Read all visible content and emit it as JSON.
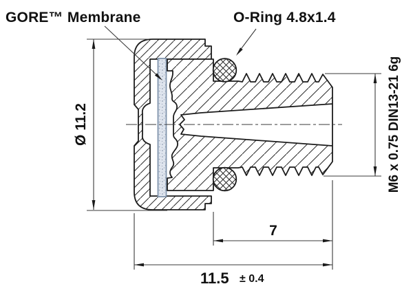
{
  "labels": {
    "membrane": "GORE™ Membrane",
    "oring": "O-Ring 4.8x1.4"
  },
  "dimensions": {
    "diameter": "Ø 11.2",
    "thread_spec": "M6 x 0.75 DIN13-21 6g",
    "thread_length": "7",
    "overall_length": "11.5",
    "overall_tolerance": "± 0.4"
  },
  "colors": {
    "outline": "#1b1b1b",
    "hatch": "#2a2a2a",
    "dimension_lines": "#3a3a3a",
    "membrane_fill": "#dfe5ee",
    "membrane_border": "#8094ac",
    "membrane_speckle": "#93a0b4",
    "background": "#ffffff"
  }
}
